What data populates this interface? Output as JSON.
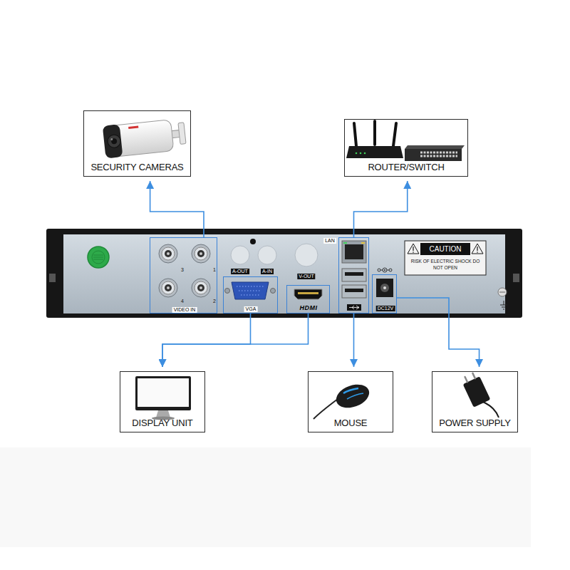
{
  "diagram": {
    "nodes": [
      {
        "text": [
          "SECURITY CAMERAS"
        ]
      },
      {
        "text": [
          "ROUTER/SWITCH"
        ]
      },
      {
        "text": [
          "3",
          "1",
          "4",
          "2",
          "VIDEO IN"
        ]
      },
      {
        "text": [
          "VGA"
        ]
      },
      {
        "text": [
          "HDMI"
        ]
      },
      {
        "text": [
          "LAN"
        ]
      },
      {
        "text": [
          "DC12V"
        ]
      },
      {
        "text": [
          "DISPLAY UNIT"
        ]
      },
      {
        "text": [
          "MOUSE"
        ]
      },
      {
        "text": [
          "POWER SUPPLY"
        ]
      }
    ],
    "edges": [
      {
        "from": 2,
        "to": 0,
        "arrow": "to"
      },
      {
        "from": 5,
        "to": 1,
        "arrow": "to"
      },
      {
        "from": 3,
        "to": 7,
        "arrow": "to"
      },
      {
        "from": 4,
        "to": 7,
        "arrow": "to"
      },
      {
        "from": 5,
        "to": 8,
        "arrow": "to"
      },
      {
        "from": 6,
        "to": 9,
        "arrow": "to"
      }
    ],
    "labels": [
      "A-OUT",
      "A-IN",
      "V-OUT",
      "CAUTION",
      "RISK OF ELECTRIC SHOCK DO NOT OPEN"
    ]
  }
}
